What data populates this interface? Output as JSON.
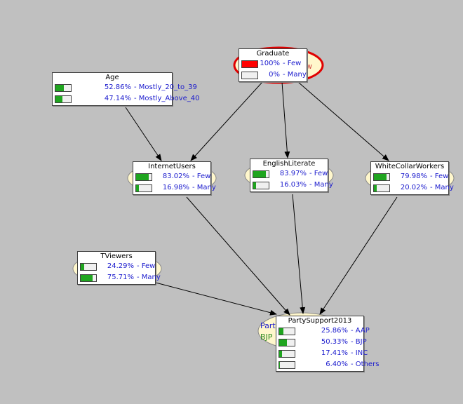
{
  "colors": {
    "background": "#c0c0c0",
    "bar_fill": "#1fa51f",
    "evidence_fill": "#ff0000",
    "text": "#1a1acd",
    "ellipse": "#fff7cc",
    "selected_ring": "#e00000"
  },
  "nodes": {
    "graduate": {
      "title": "Graduate",
      "states": [
        {
          "pct": "100%",
          "label": "Few",
          "fraction": 1.0
        },
        {
          "pct": "0%",
          "label": "Many",
          "fraction": 0.0
        }
      ]
    },
    "age": {
      "title": "Age",
      "states": [
        {
          "pct": "52.86%",
          "label": "Mostly_20_to_39",
          "fraction": 0.5286
        },
        {
          "pct": "47.14%",
          "label": "Mostly_Above_40",
          "fraction": 0.4714
        }
      ]
    },
    "internet_users": {
      "title": "InternetUsers",
      "states": [
        {
          "pct": "83.02%",
          "label": "Few",
          "fraction": 0.8302
        },
        {
          "pct": "16.98%",
          "label": "Many",
          "fraction": 0.1698
        }
      ]
    },
    "english_literate": {
      "title": "EnglishLiterate",
      "states": [
        {
          "pct": "83.97%",
          "label": "Few",
          "fraction": 0.8397
        },
        {
          "pct": "16.03%",
          "label": "Many",
          "fraction": 0.1603
        }
      ]
    },
    "white_collar_workers": {
      "title": "WhiteCollarWorkers",
      "states": [
        {
          "pct": "79.98%",
          "label": "Few",
          "fraction": 0.7998
        },
        {
          "pct": "20.02%",
          "label": "Many",
          "fraction": 0.2002
        }
      ]
    },
    "tv_viewers": {
      "title": "TViewers",
      "states": [
        {
          "pct": "24.29%",
          "label": "Few",
          "fraction": 0.2429
        },
        {
          "pct": "75.71%",
          "label": "Many",
          "fraction": 0.7571
        }
      ]
    },
    "party_support": {
      "title": "PartySupport2013",
      "states": [
        {
          "pct": "25.86%",
          "label": "AAP",
          "fraction": 0.2586
        },
        {
          "pct": "50.33%",
          "label": "BJP",
          "fraction": 0.5033
        },
        {
          "pct": "17.41%",
          "label": "INC",
          "fraction": 0.1741
        },
        {
          "pct": "6.40%",
          "label": "Others",
          "fraction": 0.064
        }
      ]
    }
  },
  "ghost_text": {
    "graduate_right": "w",
    "party_left_top": "Part",
    "party_left_bottom": "BJP"
  },
  "edges": [
    [
      "graduate",
      "internet_users"
    ],
    [
      "graduate",
      "english_literate"
    ],
    [
      "graduate",
      "white_collar_workers"
    ],
    [
      "age",
      "internet_users"
    ],
    [
      "internet_users",
      "party_support"
    ],
    [
      "english_literate",
      "party_support"
    ],
    [
      "white_collar_workers",
      "party_support"
    ],
    [
      "tv_viewers",
      "party_support"
    ]
  ]
}
